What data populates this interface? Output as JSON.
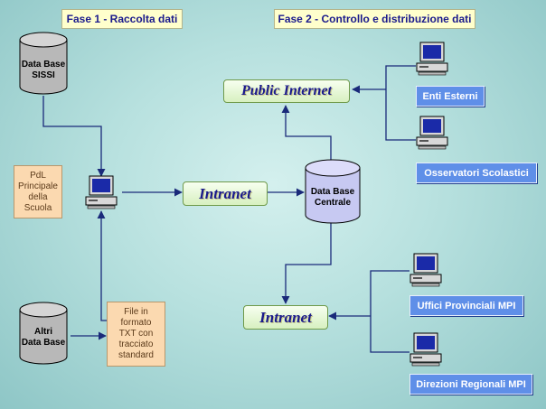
{
  "phases": {
    "phase1": "Fase 1 - Raccolta dati",
    "phase2": "Fase 2 - Controllo e distribuzione dati"
  },
  "databases": {
    "sissi": [
      "Data Base",
      "SISSI"
    ],
    "altri": [
      "Altri",
      "Data Base"
    ],
    "centrale": [
      "Data Base",
      "Centrale"
    ]
  },
  "notes": {
    "pdl": [
      "PdL",
      "Principale",
      "della",
      "Scuola"
    ],
    "file": [
      "File in",
      "formato",
      "TXT con",
      "tracciato",
      "standard"
    ]
  },
  "networks": {
    "public": "Public Internet",
    "intranet1": "Intranet",
    "intranet2": "Intranet"
  },
  "destinations": {
    "enti": "Enti Esterni",
    "osservatori": "Osservatori Scolastici",
    "uffici": "Uffici Provinciali MPI",
    "direzioni": "Direzioni Regionali MPI"
  },
  "colors": {
    "phase_bg": "#ffffcc",
    "phase_text": "#1a1a8c",
    "note_bg": "#fbd9b0",
    "network_bg": "#e6f7d6",
    "destination_bg": "#5f8fe8",
    "wire": "#1a2a7a"
  },
  "icons": [
    "database-icon",
    "computer-icon",
    "arrow-icon"
  ]
}
